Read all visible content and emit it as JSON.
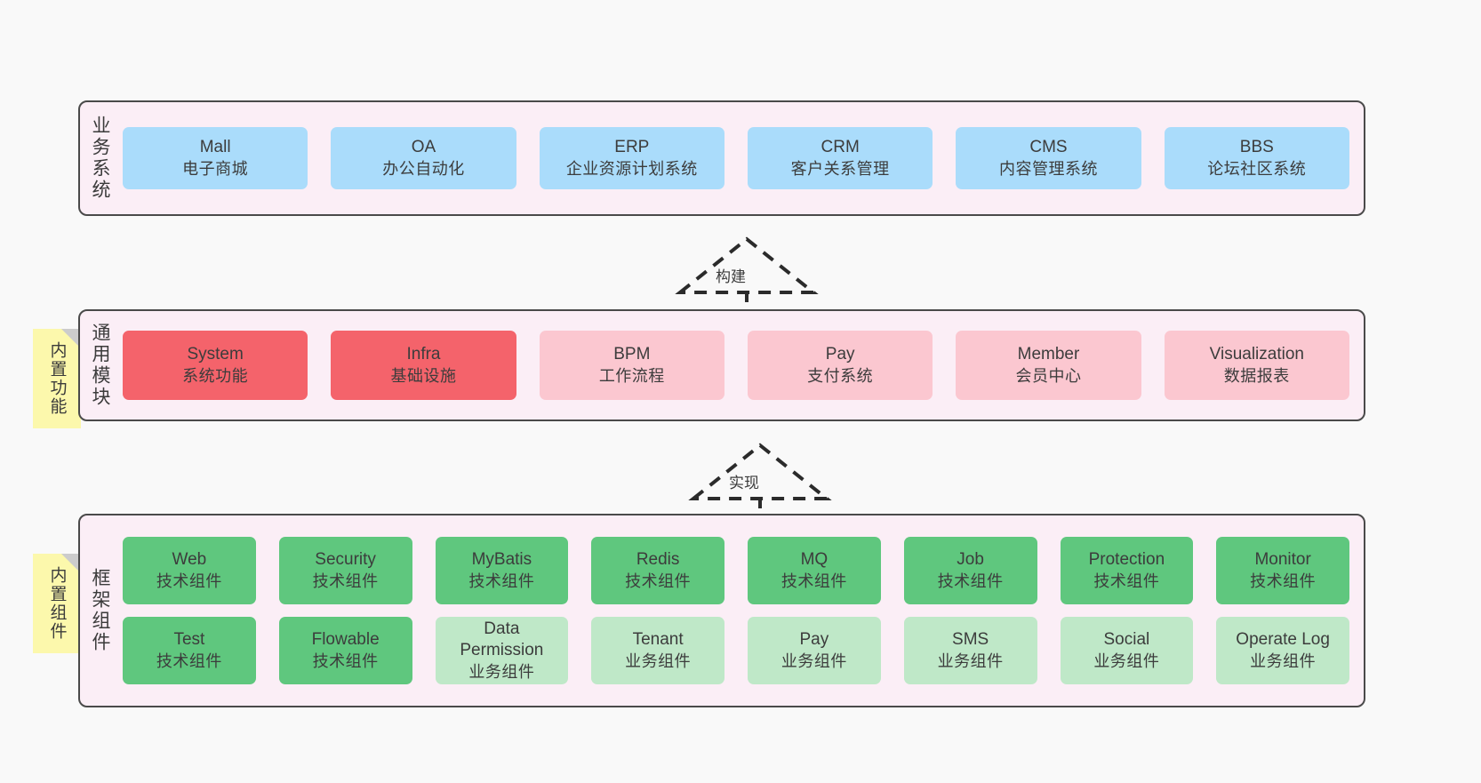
{
  "diagram": {
    "background_color": "#f9f9f9",
    "panel_color": "#fbeef6",
    "border_color": "#4a4a4a"
  },
  "layers": {
    "business": {
      "label": "业务系统",
      "box_color": "#aadcfb",
      "items": [
        {
          "en": "Mall",
          "cn": "电子商城"
        },
        {
          "en": "OA",
          "cn": "办公自动化"
        },
        {
          "en": "ERP",
          "cn": "企业资源计划系统"
        },
        {
          "en": "CRM",
          "cn": "客户关系管理"
        },
        {
          "en": "CMS",
          "cn": "内容管理系统"
        },
        {
          "en": "BBS",
          "cn": "论坛社区系统"
        }
      ]
    },
    "modules": {
      "label": "通用模块",
      "note": "内置功能",
      "strong_color": "#f4636b",
      "soft_color": "#fbc7d0",
      "items": [
        {
          "en": "System",
          "cn": "系统功能",
          "tone": "red"
        },
        {
          "en": "Infra",
          "cn": "基础设施",
          "tone": "red"
        },
        {
          "en": "BPM",
          "cn": "工作流程",
          "tone": "pink"
        },
        {
          "en": "Pay",
          "cn": "支付系统",
          "tone": "pink"
        },
        {
          "en": "Member",
          "cn": "会员中心",
          "tone": "pink"
        },
        {
          "en": "Visualization",
          "cn": "数据报表",
          "tone": "pink"
        }
      ]
    },
    "framework": {
      "label": "框架组件",
      "note": "内置组件",
      "tech_color": "#5fc77e",
      "biz_color": "#bfe8c8",
      "row1": [
        {
          "en": "Web",
          "cn": "技术组件",
          "tone": "green"
        },
        {
          "en": "Security",
          "cn": "技术组件",
          "tone": "green"
        },
        {
          "en": "MyBatis",
          "cn": "技术组件",
          "tone": "green"
        },
        {
          "en": "Redis",
          "cn": "技术组件",
          "tone": "green"
        },
        {
          "en": "MQ",
          "cn": "技术组件",
          "tone": "green"
        },
        {
          "en": "Job",
          "cn": "技术组件",
          "tone": "green"
        },
        {
          "en": "Protection",
          "cn": "技术组件",
          "tone": "green"
        },
        {
          "en": "Monitor",
          "cn": "技术组件",
          "tone": "green"
        }
      ],
      "row2": [
        {
          "en": "Test",
          "cn": "技术组件",
          "tone": "green"
        },
        {
          "en": "Flowable",
          "cn": "技术组件",
          "tone": "green"
        },
        {
          "en": "Data Permission",
          "cn": "业务组件",
          "tone": "lightgreen"
        },
        {
          "en": "Tenant",
          "cn": "业务组件",
          "tone": "lightgreen"
        },
        {
          "en": "Pay",
          "cn": "业务组件",
          "tone": "lightgreen"
        },
        {
          "en": "SMS",
          "cn": "业务组件",
          "tone": "lightgreen"
        },
        {
          "en": "Social",
          "cn": "业务组件",
          "tone": "lightgreen"
        },
        {
          "en": "Operate Log",
          "cn": "业务组件",
          "tone": "lightgreen"
        }
      ]
    }
  },
  "arrows": {
    "build": {
      "label": "构建"
    },
    "realize": {
      "label": "实现"
    }
  }
}
